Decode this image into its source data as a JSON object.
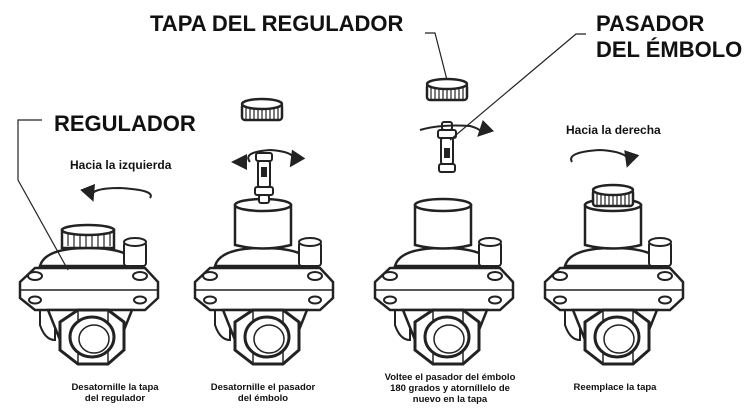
{
  "labels": {
    "tapa_regulador": "TAPA DEL REGULADOR",
    "pasador_line1": "PASADOR",
    "pasador_line2": "DEL ÉMBOLO",
    "regulador": "REGULADOR",
    "hacia_izquierda": "Hacia la izquierda",
    "hacia_derecha": "Hacia la derecha"
  },
  "steps": [
    {
      "caption_line1": "Desatornille la tapa",
      "caption_line2": "del regulador"
    },
    {
      "caption_line1": "Desatornille el pasador",
      "caption_line2": "del émbolo"
    },
    {
      "caption_line1": "Voltee el pasador del émbolo",
      "caption_line2": "180 grados y atorníllelo de",
      "caption_line3": "nuevo en la tapa"
    },
    {
      "caption_line1": "Reemplace la tapa"
    }
  ],
  "colors": {
    "ink": "#111111",
    "outline": "#222222",
    "fill": "#ffffff",
    "shade": "#e6e6e6"
  }
}
